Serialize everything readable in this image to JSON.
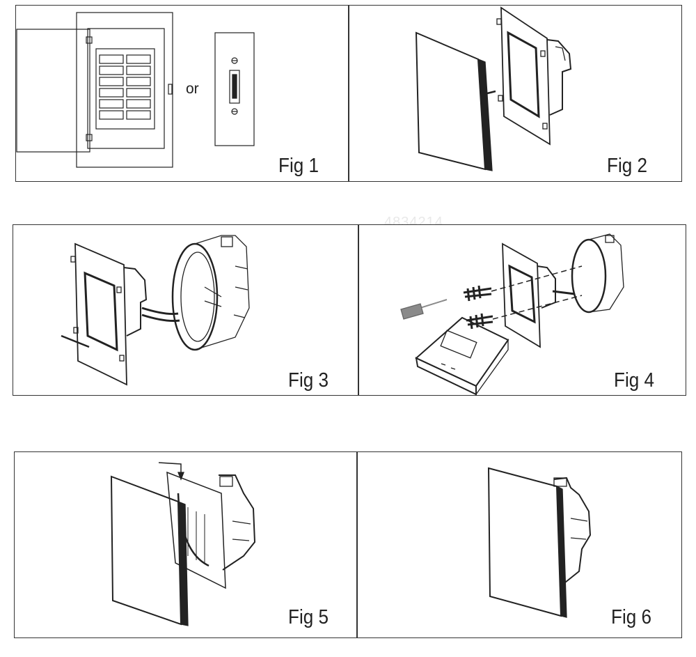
{
  "watermark": "4834214",
  "figures": [
    {
      "label": "Fig 1",
      "extra_text": "or"
    },
    {
      "label": "Fig 2"
    },
    {
      "label": "Fig 3"
    },
    {
      "label": "Fig 4"
    },
    {
      "label": "Fig 5"
    },
    {
      "label": "Fig 6"
    }
  ],
  "colors": {
    "stroke": "#222222",
    "screwdriver": "#8a8a8a"
  }
}
